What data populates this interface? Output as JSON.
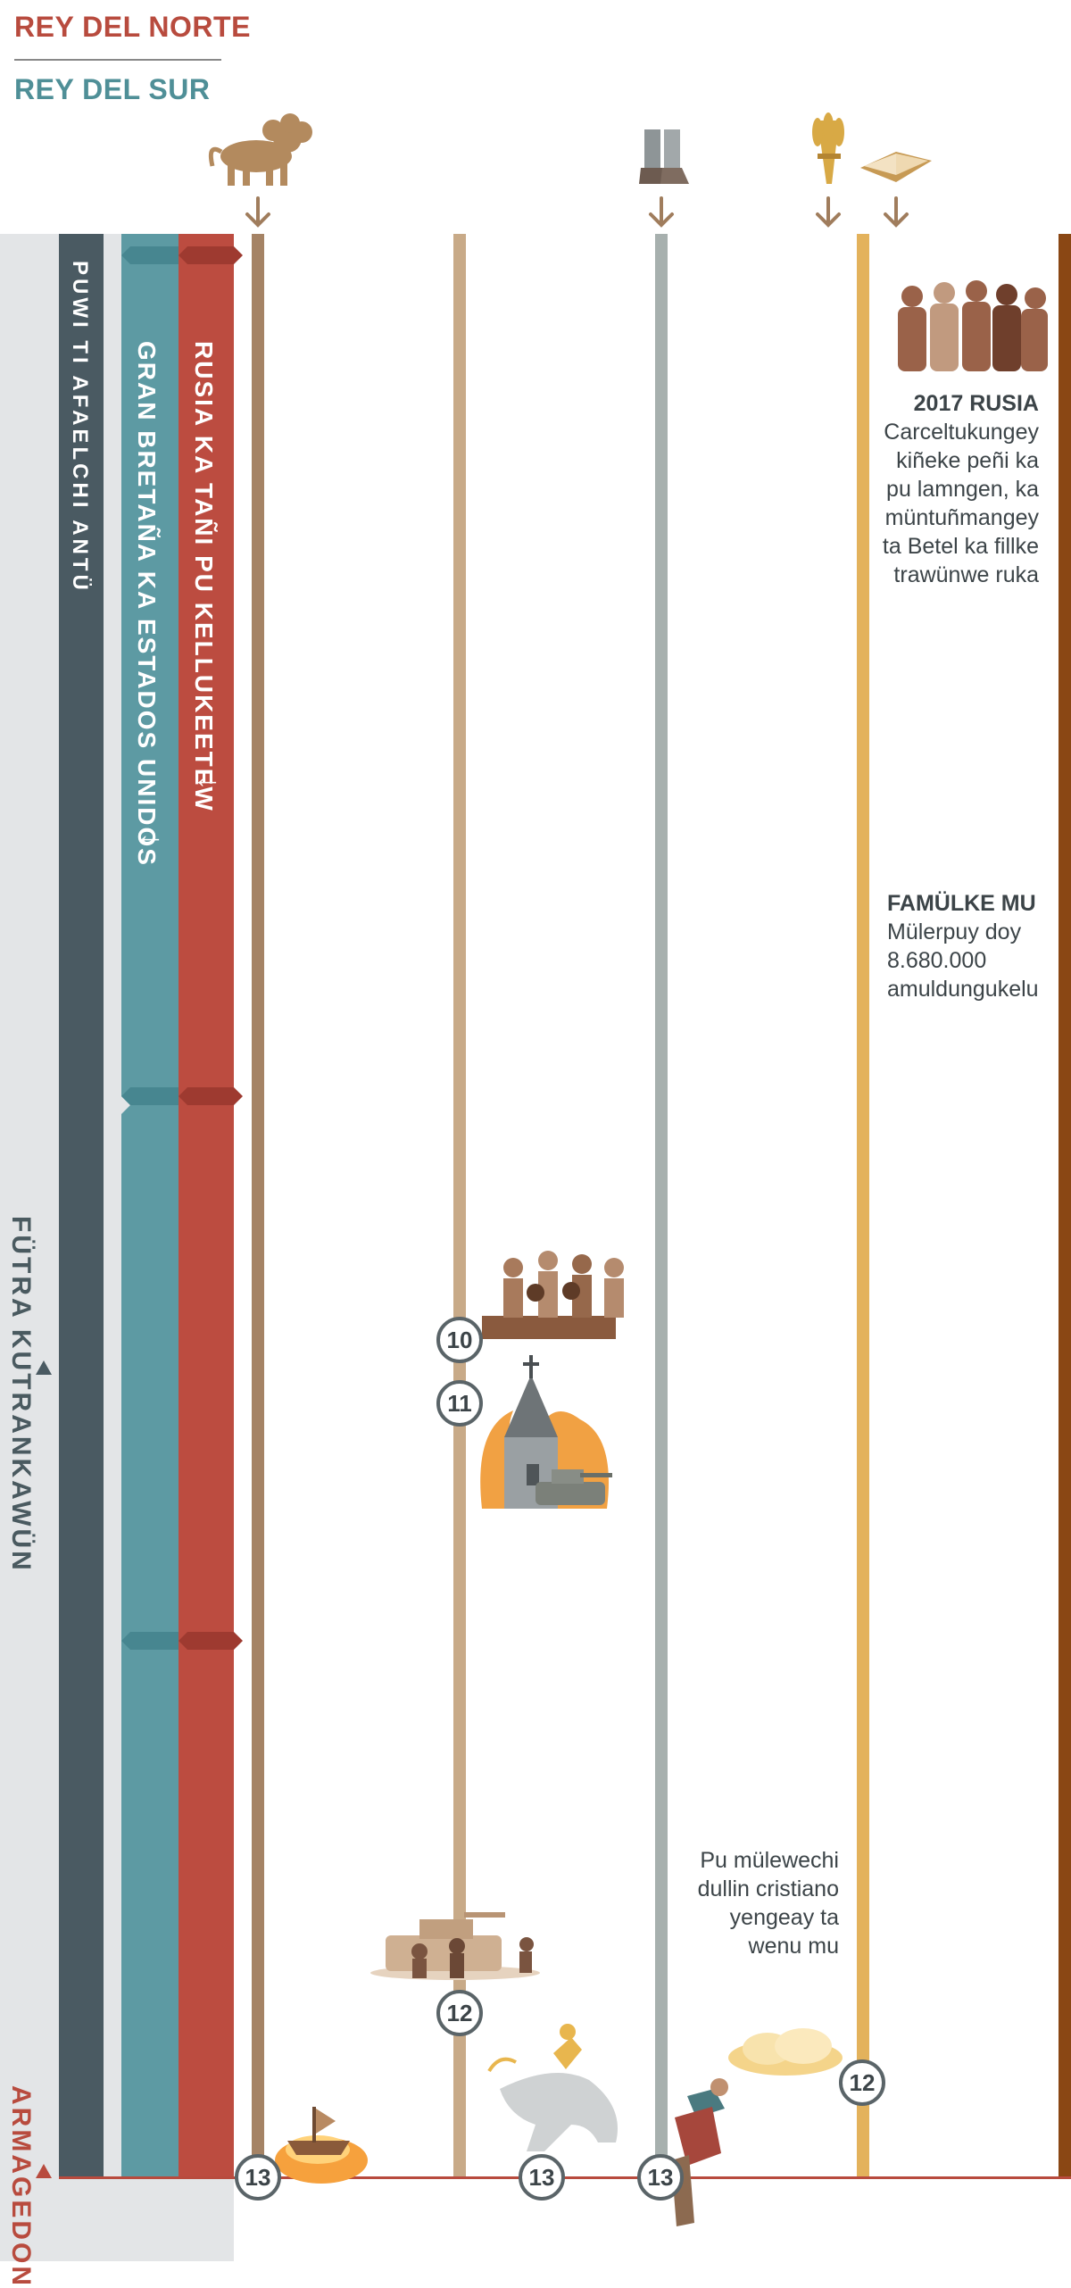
{
  "legend": {
    "north": "REY DEL NORTE",
    "south": "REY DEL SUR"
  },
  "timelines": {
    "world_powers": "PUWI TI AFAELCHI ANTÜ",
    "britain_usa": "GRAN BRETAÑA KA ESTADOS UNIDOS",
    "russia": "RUSIA KA TAÑI PU KELLUKEETEW",
    "arrow_glyph": "↓"
  },
  "side_labels": {
    "great_tribulation": "FÜTRA KUTRANKAWÜN",
    "armageddon": "ARMAGEDON"
  },
  "events": {
    "russia_2017": {
      "title": "2017 RUSIA",
      "text": "Carceltukungey kiñeke peñi ka pu lamngen, ka müntuñmangey ta Betel ka fillke trawünwe ruka"
    },
    "families": {
      "title": "FAMÜLKE MU",
      "text": "Mülerpuy doy 8.680.000 amuldungukelu"
    },
    "christians": {
      "text": "Pu mülewechi dullin cristiano yengeay ta wenu mu"
    }
  },
  "markers": {
    "m10": "10",
    "m11": "11",
    "m12_left": "12",
    "m12_right": "12",
    "m13_a": "13",
    "m13_b": "13",
    "m13_c": "13"
  },
  "colors": {
    "king_north": "#b84b3e",
    "king_south": "#4f8f97",
    "world_powers": "#4a5a62",
    "bronze_line": "#a58365",
    "tan_line": "#c8aa88",
    "gray_line": "#a7b0ae",
    "gold_line": "#e3b25c",
    "brown_line": "#8a4714"
  },
  "icons": {
    "top_1": "lion-beast-icon",
    "top_2": "iron-clay-feet-icon",
    "top_3": "wheat-bundle-icon",
    "top_4": "open-bible-icon"
  }
}
